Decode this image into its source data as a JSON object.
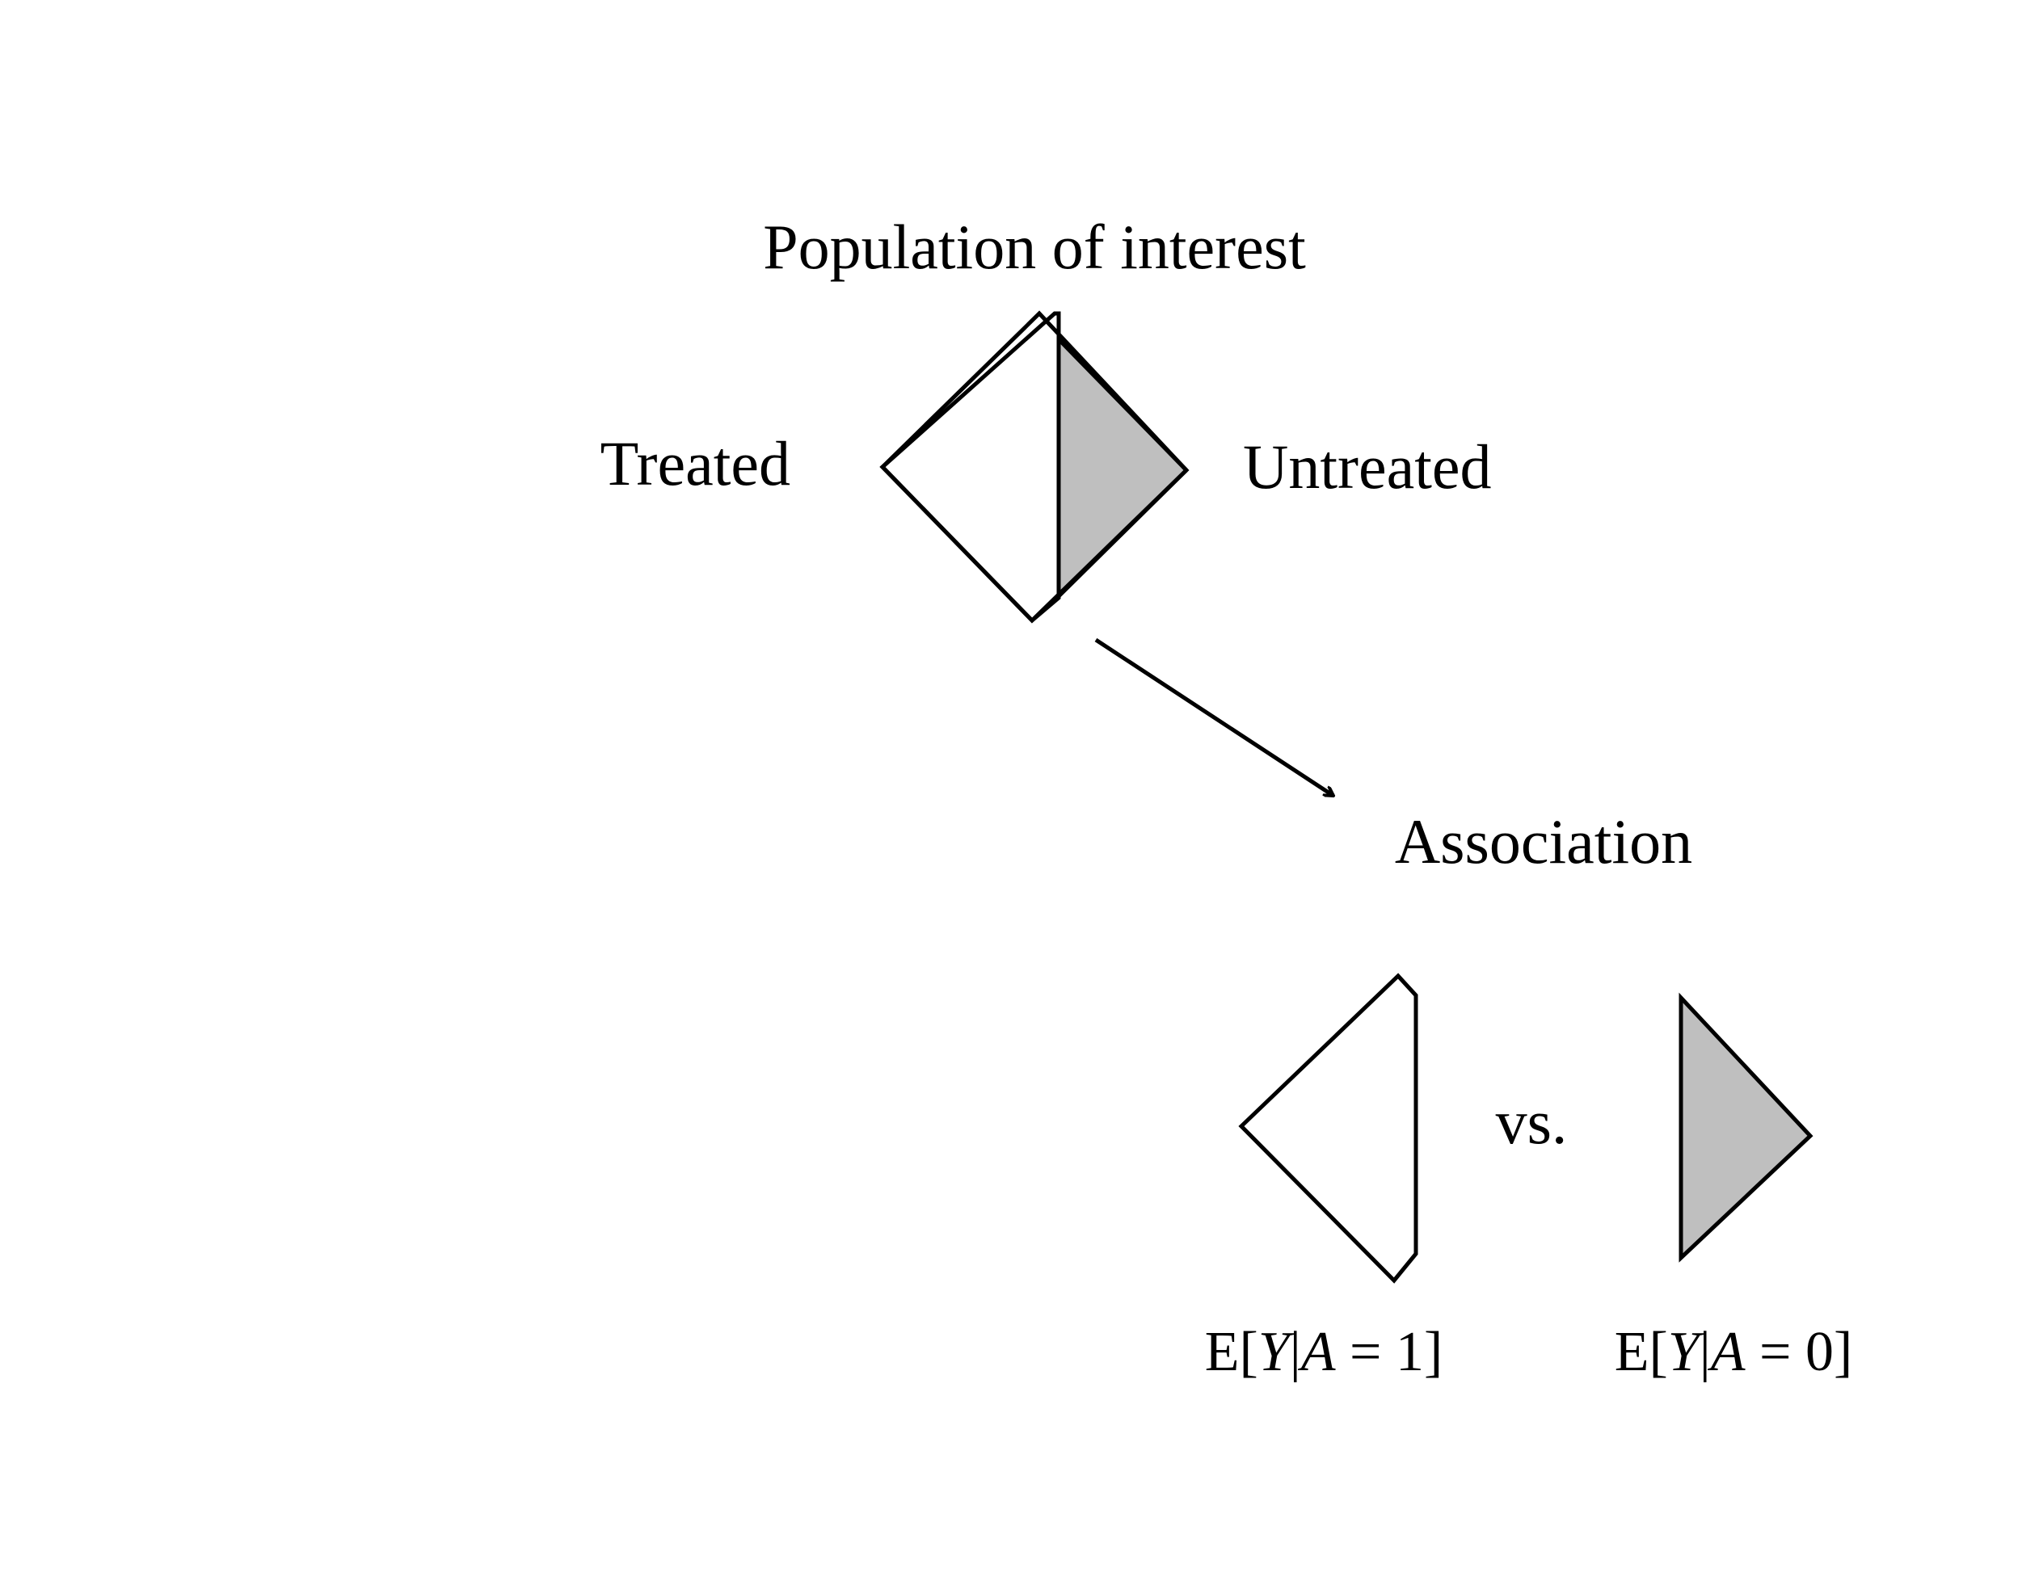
{
  "labels": {
    "population": "Population of interest",
    "treated": "Treated",
    "untreated": "Untreated",
    "association": "Association",
    "vs": "vs."
  },
  "expressions": {
    "treated": {
      "prefix": "E[",
      "outcome": "Y",
      "bar": "|",
      "treatment": "A",
      "eq": " = ",
      "value": "1",
      "suffix": "]"
    },
    "untreated": {
      "prefix": "E[",
      "outcome": "Y",
      "bar": "|",
      "treatment": "A",
      "eq": " = ",
      "value": "0",
      "suffix": "]"
    }
  },
  "colors": {
    "untreated_fill": "#bfbfbf",
    "treated_fill": "#ffffff",
    "stroke": "#000000"
  }
}
